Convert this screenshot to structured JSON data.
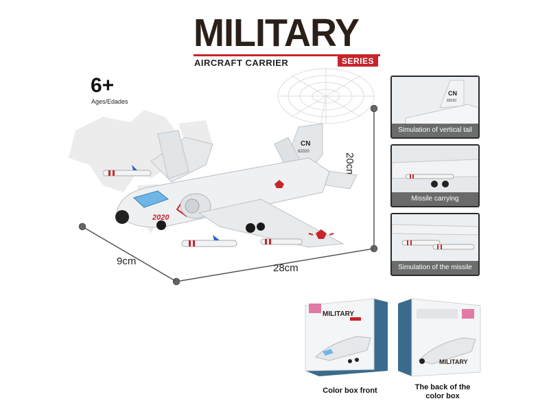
{
  "header": {
    "title": "MILITARY",
    "subtitle": "AIRCRAFT CARRIER",
    "series_badge": "SERIES"
  },
  "age": {
    "value": "6+",
    "label": "Ages/Edades"
  },
  "dimensions": {
    "height": "20cm",
    "length": "28cm",
    "width": "9cm"
  },
  "aircraft": {
    "tail_code": "CN",
    "tail_number": "82020",
    "nose_number": "2020"
  },
  "features": [
    {
      "caption": "Simulation of vertical tail"
    },
    {
      "caption": "Missile carrying"
    },
    {
      "caption": "Simulation of the missile"
    }
  ],
  "boxes": [
    {
      "caption": "Color box front",
      "box_title": "MILITARY"
    },
    {
      "caption_line1": "The back of the",
      "caption_line2": "color box",
      "box_title": "MILITARY"
    }
  ],
  "colors": {
    "accent_red": "#c8242b",
    "dark_text": "#2b1f1a",
    "model_white": "#eef0f2",
    "canopy_blue": "#6fb6e8"
  }
}
